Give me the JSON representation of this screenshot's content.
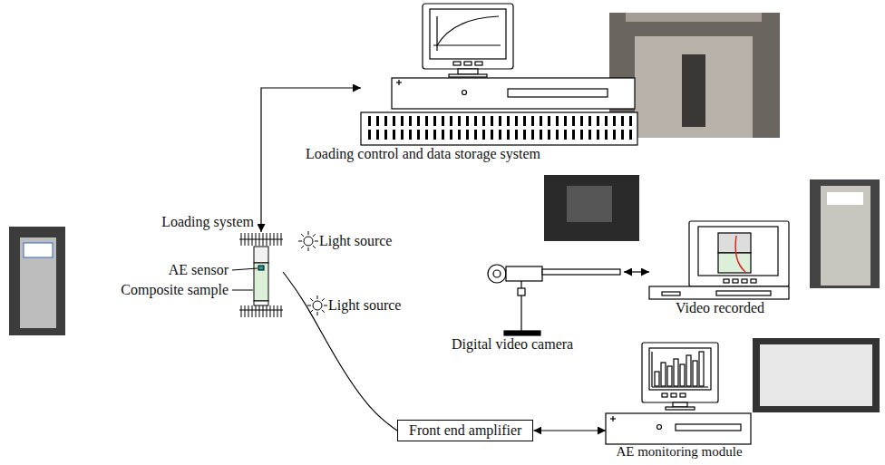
{
  "diagram": {
    "nodes": [
      {
        "text": [
          "Loading system"
        ]
      },
      {
        "text": [
          "Loading control and data storage system"
        ]
      },
      {
        "text": [
          "Video recorded"
        ]
      },
      {
        "text": [
          "Digital video camera"
        ]
      },
      {
        "text": [
          "Front end amplifier"
        ]
      },
      {
        "text": [
          "AE monitoring module"
        ]
      }
    ],
    "edges": [
      {
        "from": 0,
        "to": 1,
        "arrow": "both"
      },
      {
        "from": 3,
        "to": 2,
        "arrow": "both"
      },
      {
        "from": 0,
        "to": 4,
        "arrow": "none"
      },
      {
        "from": 4,
        "to": 5,
        "arrow": "both"
      }
    ],
    "labels": [
      "AE sensor",
      "Composite sample",
      "Light source",
      "Light source"
    ]
  }
}
